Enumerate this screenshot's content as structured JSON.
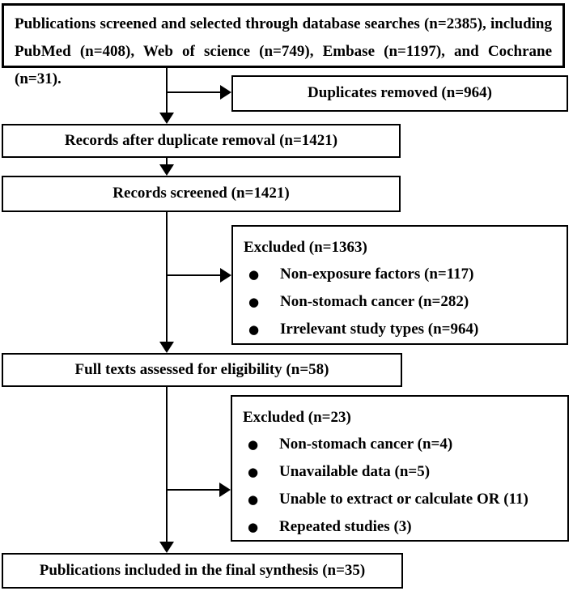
{
  "colors": {
    "line": "#000000",
    "box_background": "#ffffff",
    "text": "#000000"
  },
  "icons": {
    "bullet": "●"
  },
  "boxes": {
    "search": {
      "line1": "Publications screened and selected through database searches (n=2385), including",
      "line2": "PubMed (n=408), Web of science (n=749), Embase (n=1197), and Cochrane (n=31)."
    },
    "duplicates_removed": {
      "label": "Duplicates removed (n=964)"
    },
    "after_duplicate_removal": {
      "label": "Records after duplicate removal (n=1421)"
    },
    "records_screened": {
      "label": "Records screened (n=1421)"
    },
    "excluded_screening": {
      "header": "Excluded (n=1363)",
      "items": [
        "Non-exposure factors (n=117)",
        "Non-stomach cancer (n=282)",
        "Irrelevant study types (n=964)"
      ]
    },
    "full_texts_assessed": {
      "label": "Full texts assessed for eligibility (n=58)"
    },
    "excluded_fulltext": {
      "header": "Excluded (n=23)",
      "items": [
        "Non-stomach cancer (n=4)",
        "Unavailable data (n=5)",
        "Unable to extract or calculate OR (11)",
        "Repeated studies (3)"
      ]
    },
    "included_final": {
      "label": "Publications included in the final synthesis (n=35)"
    }
  }
}
